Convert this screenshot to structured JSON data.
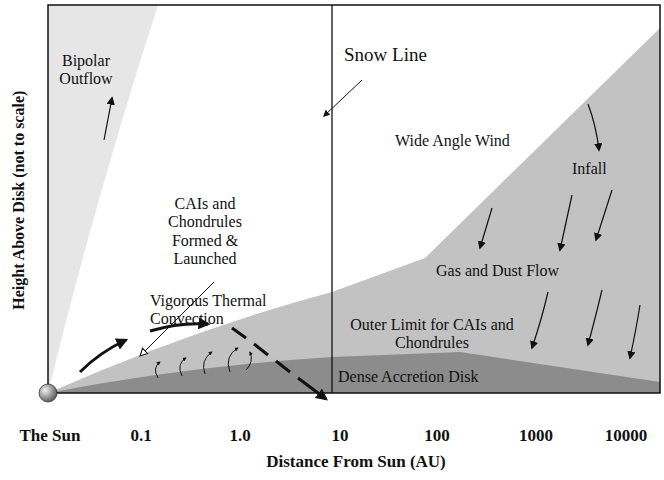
{
  "diagram": {
    "labels": [
      "Height Above Disk (not to scale)",
      "Bipolar Outflow",
      "Snow Line",
      "Wide Angle Wind",
      "Infall",
      "CAIs and Chondrules Formed & Launched",
      "Gas and Dust Flow",
      "Vigorous Thermal Convection",
      "Outer Limit for CAIs and Chondrules",
      "Dense Accretion Disk",
      "The Sun",
      "0.1",
      "1.0",
      "10",
      "100",
      "1000",
      "10000",
      "Distance From Sun (AU)"
    ]
  }
}
